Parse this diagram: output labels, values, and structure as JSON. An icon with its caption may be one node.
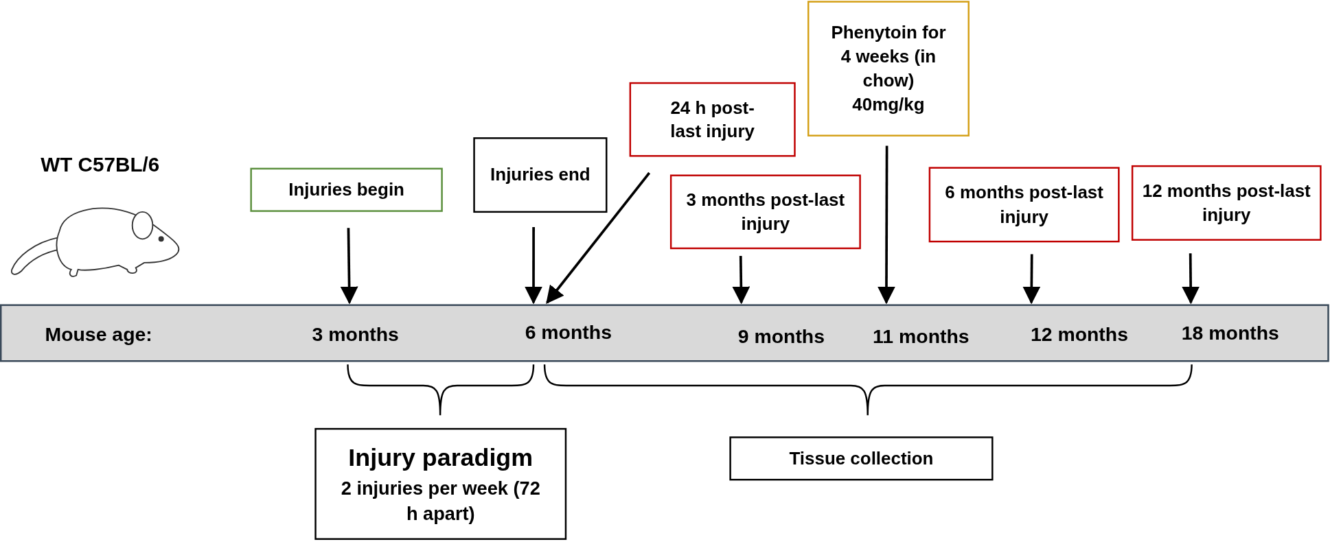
{
  "diagram": {
    "nodes": [
      {
        "text": [
          "Injuries begin"
        ]
      },
      {
        "text": [
          "Injuries end"
        ]
      },
      {
        "text": [
          "24 h post-last injury"
        ]
      },
      {
        "text": [
          "Phenytoin for 4 weeks (in chow) 40mg/kg"
        ]
      },
      {
        "text": [
          "3 months post-last injury"
        ]
      },
      {
        "text": [
          "6 months post-last injury"
        ]
      },
      {
        "text": [
          "12 months post-last injury"
        ]
      },
      {
        "text": [
          "Mouse age:",
          "3 months",
          "6 months",
          "9 months",
          "11 months",
          "12 months",
          "18 months"
        ]
      },
      {
        "text": [
          "Injury paradigm",
          "2 injuries per week (72 h apart)"
        ]
      },
      {
        "text": [
          "Tissue collection"
        ]
      }
    ],
    "edges": [
      {
        "from": 0,
        "to": 7,
        "arrow": "to"
      },
      {
        "from": 1,
        "to": 7,
        "arrow": "to"
      },
      {
        "from": 2,
        "to": 7,
        "arrow": "to"
      },
      {
        "from": 4,
        "to": 7,
        "arrow": "to"
      },
      {
        "from": 3,
        "to": 7,
        "arrow": "to"
      },
      {
        "from": 5,
        "to": 7,
        "arrow": "to"
      },
      {
        "from": 6,
        "to": 7,
        "arrow": "to"
      }
    ],
    "labels": [
      "WT C57BL/6"
    ]
  }
}
